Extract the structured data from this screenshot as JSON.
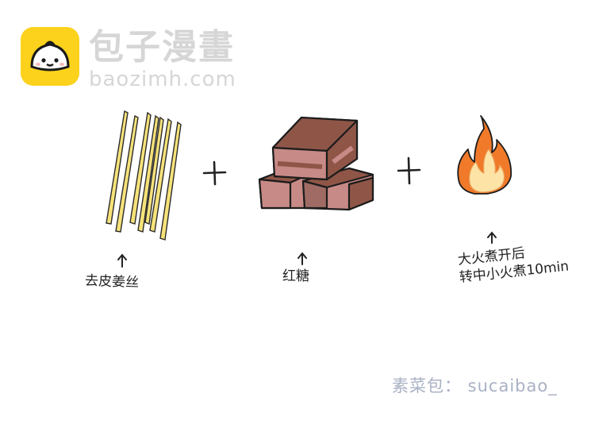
{
  "watermark": {
    "brand_cn": "包子漫畫",
    "brand_en": "baozimh.com",
    "logo_icon": "bun-mascot-icon",
    "logo_color": "#fcd21c"
  },
  "recipe": {
    "ingredient_ginger": "去皮姜丝",
    "ingredient_sugar": "红糖",
    "heat_line1": "大火煮开后",
    "heat_line2": "转中小火煮10min"
  },
  "credit": "素菜包： sucaibao_",
  "colors": {
    "ginger": "#f6e27a",
    "sugar_top": "#8f5648",
    "sugar_side": "#c88a86",
    "fire_outer": "#f07a2a",
    "fire_inner": "#fde3a6",
    "credit": "#a9b1c4"
  }
}
